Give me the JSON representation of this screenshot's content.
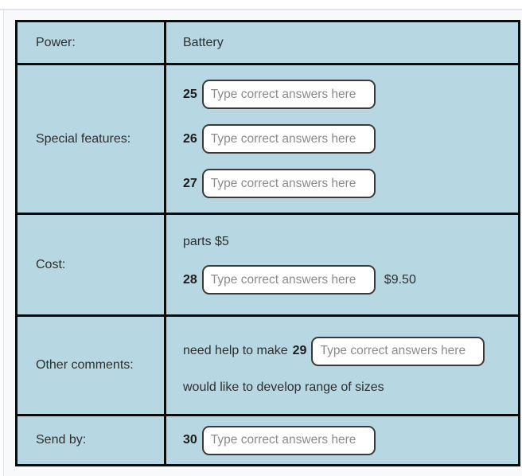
{
  "page": {
    "background": "#f8f9fa",
    "chrome_line_color": "#e0e4e8"
  },
  "table": {
    "cell_background": "#b7d8e2",
    "border_color": "#0b0b0b",
    "rows": {
      "power": {
        "label": "Power:",
        "value": "Battery"
      },
      "special_features": {
        "label": "Special features:",
        "items": [
          {
            "number": "25",
            "placeholder": "Type correct answers here"
          },
          {
            "number": "26",
            "placeholder": "Type correct answers here"
          },
          {
            "number": "27",
            "placeholder": "Type correct answers here"
          }
        ]
      },
      "cost": {
        "label": "Cost:",
        "note": "parts $5",
        "number": "28",
        "placeholder": "Type correct answers here",
        "suffix": "$9.50"
      },
      "other_comments": {
        "label": "Other comments:",
        "prefix": "need help to make",
        "number": "29",
        "placeholder": "Type correct answers here",
        "line2": "would like to develop range of sizes"
      },
      "send_by": {
        "label": "Send by:",
        "number": "30",
        "placeholder": "Type correct answers here"
      }
    }
  }
}
